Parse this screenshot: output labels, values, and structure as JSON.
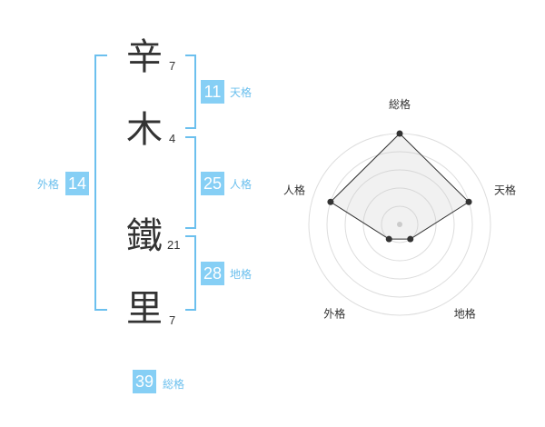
{
  "name": {
    "chars": [
      {
        "char": "辛",
        "strokes": "7"
      },
      {
        "char": "木",
        "strokes": "4"
      },
      {
        "char": "鐵",
        "strokes": "21"
      },
      {
        "char": "里",
        "strokes": "7"
      }
    ]
  },
  "fortune": {
    "tenkaku": {
      "value": "11",
      "label": "天格"
    },
    "jinkaku": {
      "value": "25",
      "label": "人格"
    },
    "chikaku": {
      "value": "28",
      "label": "地格"
    },
    "gaikaku": {
      "value": "14",
      "label": "外格"
    },
    "soukaku": {
      "value": "39",
      "label": "総格"
    }
  },
  "colors": {
    "accent": "#86cff5",
    "bracket": "#6cc0ee",
    "text": "#333333"
  },
  "chart_data": {
    "type": "radar",
    "axes": [
      "総格",
      "天格",
      "地格",
      "外格",
      "人格"
    ],
    "values": [
      5,
      4,
      1,
      1,
      4
    ],
    "max": 5,
    "rings": 5
  }
}
